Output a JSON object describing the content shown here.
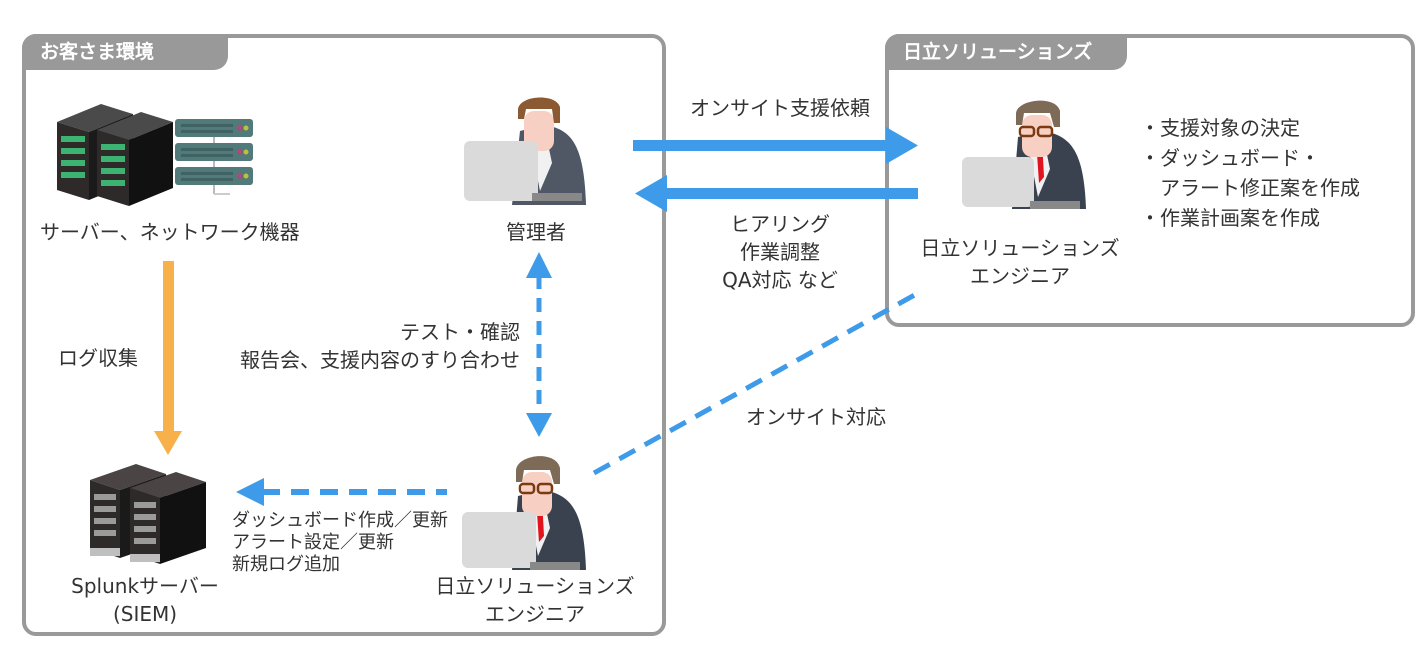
{
  "panels": {
    "customer": {
      "title": "お客さま環境"
    },
    "hitachi": {
      "title": "日立ソリューションズ"
    }
  },
  "nodes": {
    "servers": {
      "label": "サーバー、ネットワーク機器",
      "icon": "server-rack-icon"
    },
    "admin": {
      "label": "管理者",
      "icon": "person-laptop-icon"
    },
    "engineer_remote": {
      "label_line1": "日立ソリューションズ",
      "label_line2": "エンジニア",
      "icon": "engineer-laptop-icon"
    },
    "engineer_onsite": {
      "label_line1": "日立ソリューションズ",
      "label_line2": "エンジニア",
      "icon": "engineer-laptop-icon"
    },
    "splunk": {
      "label_line1": "Splunkサーバー",
      "label_line2": "(SIEM)",
      "icon": "server-rack-icon"
    }
  },
  "tasks": [
    "・支援対象の決定",
    "・ダッシュボード・",
    "　アラート修正案を作成",
    "・作業計画案を作成"
  ],
  "arrows": {
    "request": {
      "label": "オンサイト支援依頼"
    },
    "response": {
      "lines": [
        "ヒアリング",
        "作業調整",
        "QA対応 など"
      ]
    },
    "log": {
      "label": "ログ収集"
    },
    "test": {
      "lines": [
        "テスト・確認",
        "報告会、支援内容のすり合わせ"
      ]
    },
    "onsite": {
      "label": "オンサイト対応"
    },
    "work": {
      "lines": [
        "ダッシュボード作成／更新",
        "アラート設定／更新",
        "新規ログ追加"
      ]
    }
  },
  "colors": {
    "panel_border": "#999999",
    "arrow_blue": "#3d9be9",
    "arrow_orange": "#f7b04a"
  }
}
